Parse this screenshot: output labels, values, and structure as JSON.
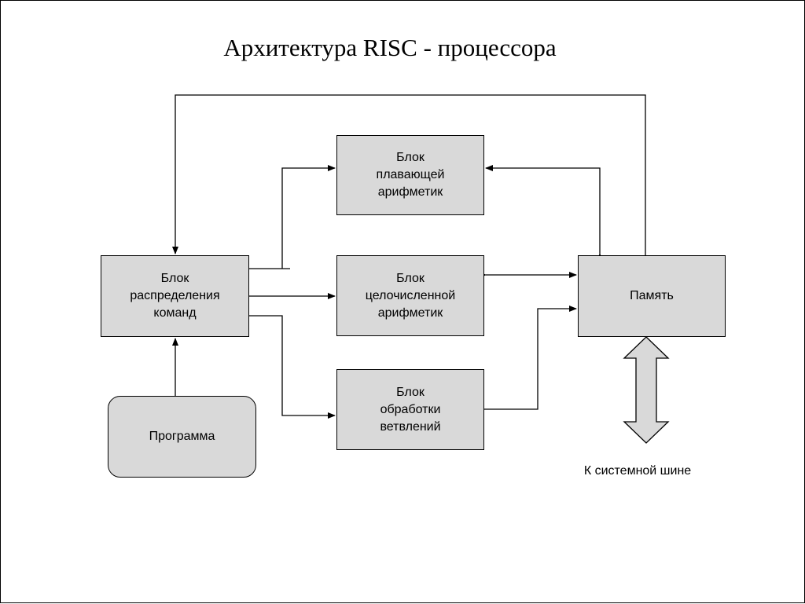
{
  "title": "Архитектура RISC - процессора",
  "blocks": {
    "dispatch": "Блок\nраспределения\nкоманд",
    "fpu": "Блок\nплавающей\nарифметик",
    "alu": "Блок\nцелочисленной\nарифметик",
    "branch": "Блок\nобработки\nветвлений",
    "memory": "Память",
    "program": "Программа"
  },
  "bus_label": "К системной шине"
}
